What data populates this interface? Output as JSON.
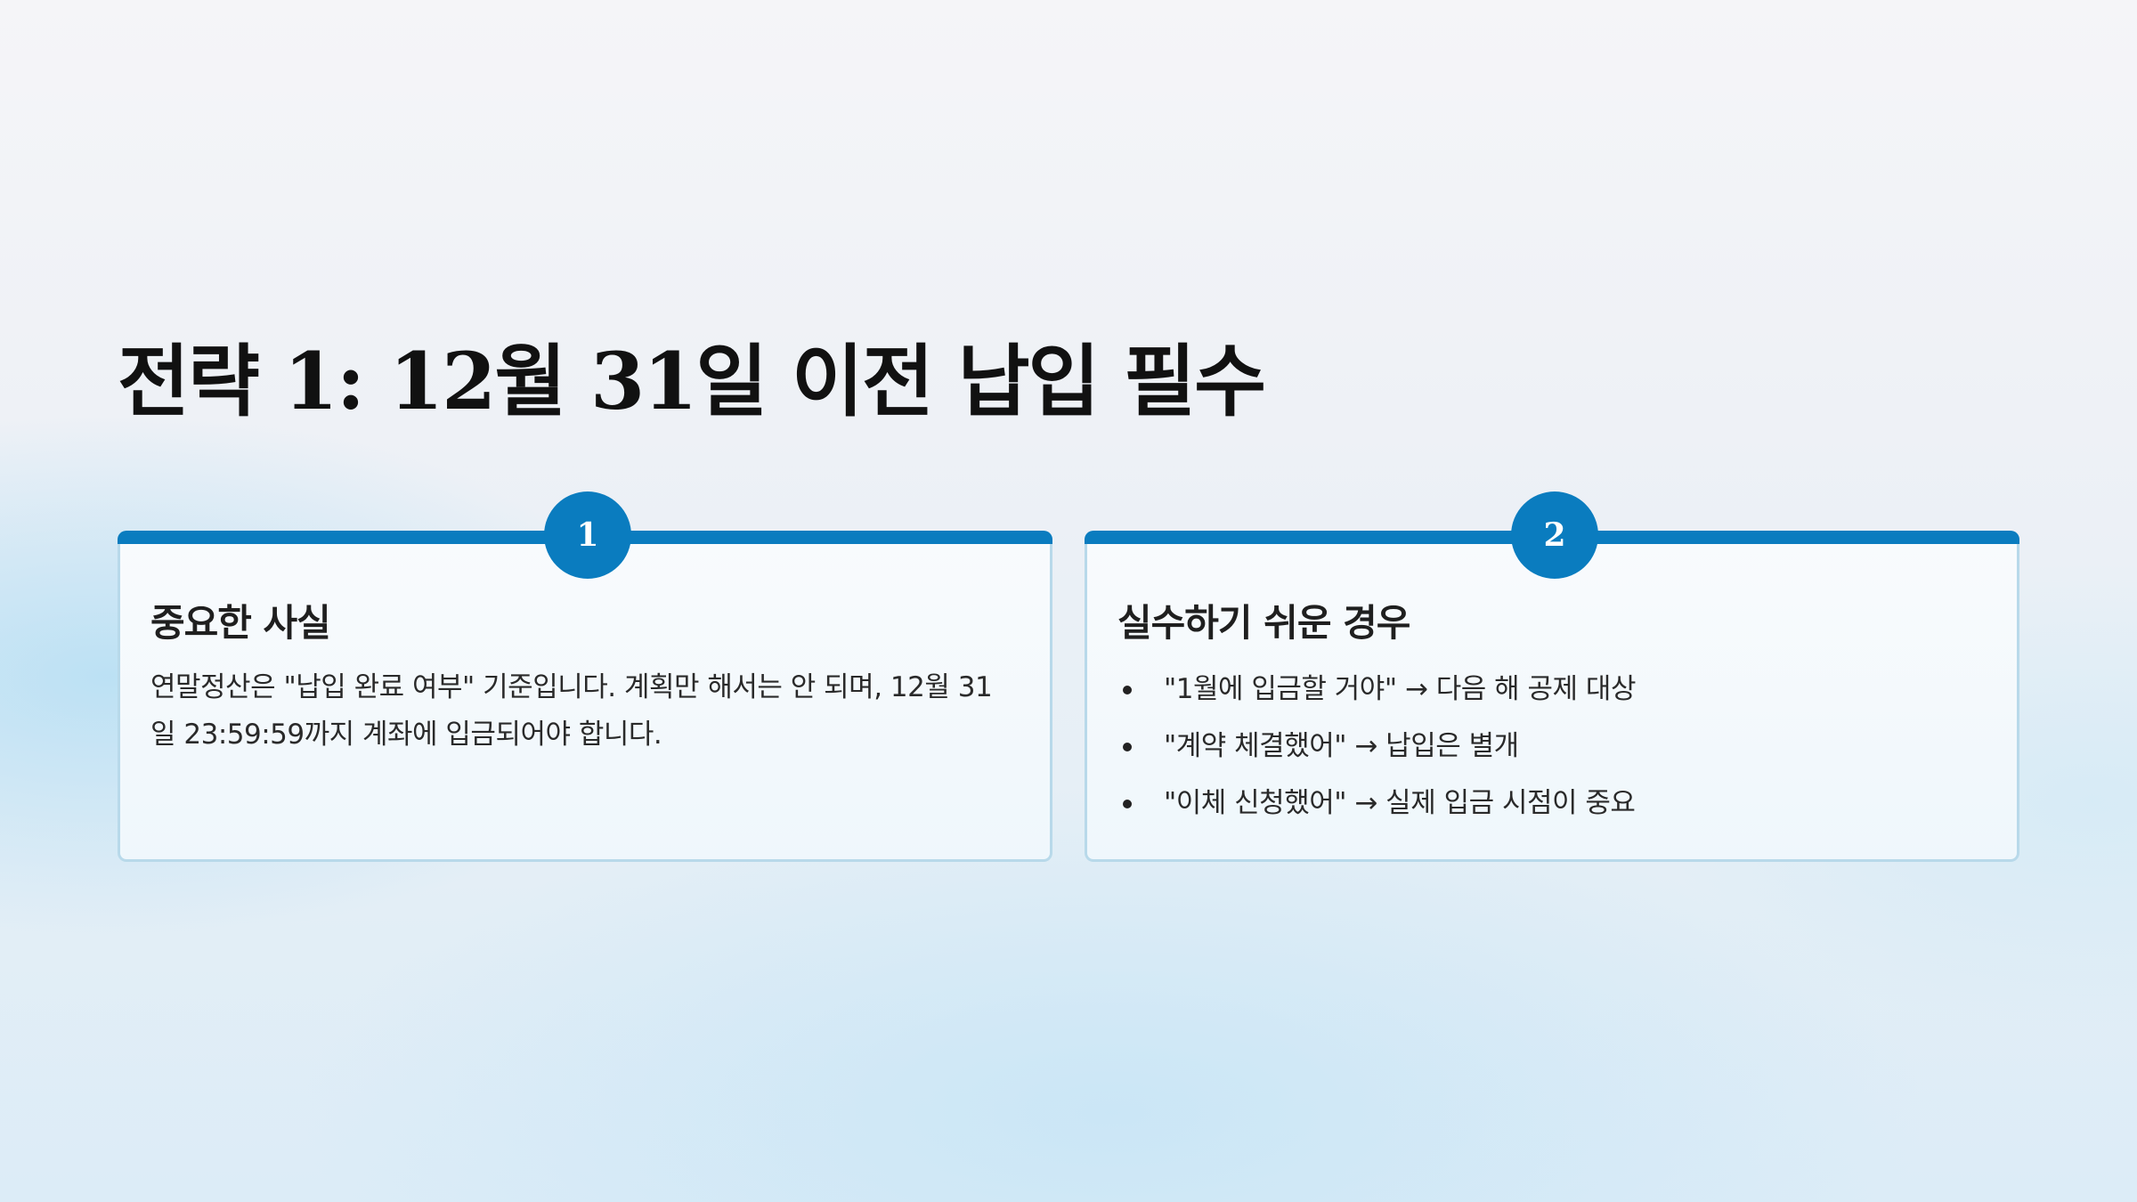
{
  "slide": {
    "title": "전략 1: 12월 31일 이전 납입 필수"
  },
  "cards": [
    {
      "number": "1",
      "heading": "중요한 사실",
      "body": "연말정산은 \"납입 완료 여부\" 기준입니다. 계획만 해서는 안 되며, 12월 31일 23:59:59까지 계좌에 입금되어야 합니다."
    },
    {
      "number": "2",
      "heading": "실수하기 쉬운 경우",
      "bullets": [
        "\"1월에 입금할 거야\" → 다음 해 공제 대상",
        "\"계약 체결했어\" → 납입은 별개",
        "\"이체 신청했어\" → 실제 입금 시점이 중요"
      ]
    }
  ],
  "colors": {
    "accent": "#0a7cbf",
    "card_border": "#b8d9ea",
    "title_text": "#111111",
    "body_text": "#2a2a2a"
  }
}
